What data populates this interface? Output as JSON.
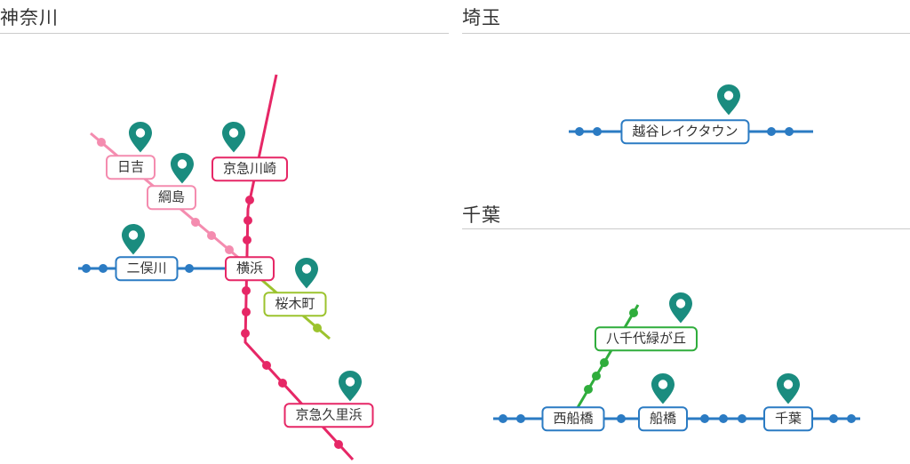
{
  "sections": {
    "kanagawa": {
      "title": "神奈川",
      "stations": {
        "hiyoshi": {
          "label": "日吉"
        },
        "tsunashima": {
          "label": "綱島"
        },
        "keikyu_kawasaki": {
          "label": "京急川崎"
        },
        "futamatagawa": {
          "label": "二俣川"
        },
        "yokohama": {
          "label": "横浜"
        },
        "sakuragicho": {
          "label": "桜木町"
        },
        "keikyu_kurihama": {
          "label": "京急久里浜"
        }
      }
    },
    "saitama": {
      "title": "埼玉",
      "stations": {
        "koshigaya_laketown": {
          "label": "越谷レイクタウン"
        }
      }
    },
    "chiba": {
      "title": "千葉",
      "stations": {
        "yachiyo_midorigaoka": {
          "label": "八千代緑が丘"
        },
        "nishi_funabashi": {
          "label": "西船橋"
        },
        "funabashi": {
          "label": "船橋"
        },
        "chiba": {
          "label": "千葉"
        }
      }
    }
  },
  "icons": {
    "map_pin": "map-pin-icon"
  },
  "colors": {
    "pin_teal": "#1a8c7f",
    "pin_inner": "#ffffff",
    "line_pink": "#f48caf",
    "line_crimson": "#e62766",
    "line_blue": "#2b7bc3",
    "line_yellow_green": "#9cc32e",
    "line_green": "#2fad3c",
    "label_background": "#ffffff",
    "text": "#333333",
    "divider": "#cbcbcb",
    "background": "#ffffff"
  }
}
